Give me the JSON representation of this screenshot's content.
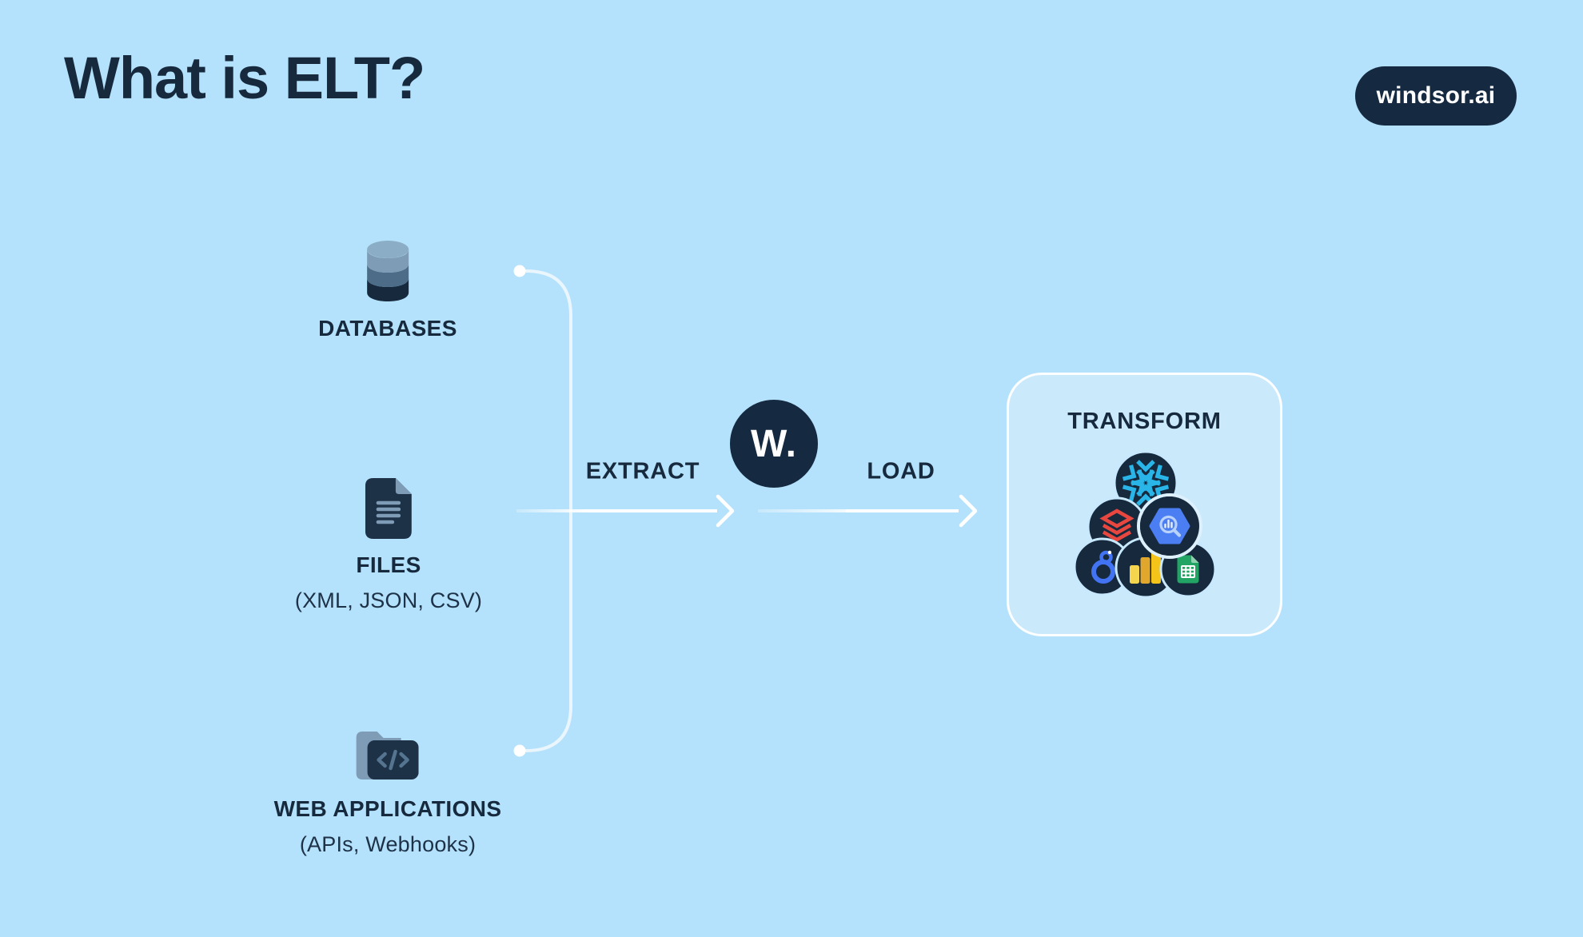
{
  "header": {
    "title": "What is ELT?",
    "brand": "windsor.ai"
  },
  "sources": [
    {
      "label": "DATABASES",
      "sublabel": "",
      "icon": "database-icon"
    },
    {
      "label": "FILES",
      "sublabel": "(XML, JSON, CSV)",
      "icon": "file-document-icon"
    },
    {
      "label": "WEB APPLICATIONS",
      "sublabel": "(APIs, Webhooks)",
      "icon": "code-folder-icon"
    }
  ],
  "flow": {
    "extract": "EXTRACT",
    "load": "LOAD",
    "hub": "W."
  },
  "transform": {
    "title": "TRANSFORM",
    "tool_icons": [
      "snowflake-icon",
      "databricks-icon",
      "bigquery-icon",
      "looker-icon",
      "power-bi-icon",
      "google-sheets-icon"
    ]
  },
  "colors": {
    "background": "#b4e1fb",
    "navy": "#152a40",
    "text": "#16293d",
    "card_fill": "#c8e9fd",
    "card_border": "#ffffff",
    "slate_light": "#8cadc6",
    "slate_mid": "#7e9cb5",
    "slate_dark": "#4c6c87",
    "snowflake_cyan": "#29b5e8",
    "databricks_red": "#e8473f",
    "bigquery_blue": "#4b7ef2",
    "looker_blue": "#4273f3",
    "powerbi_yellow": "#f4c41a",
    "powerbi_amber": "#e1a72c",
    "powerbi_light": "#f6d54e",
    "sheets_green": "#21a464",
    "connector_white": "#ffffff"
  }
}
